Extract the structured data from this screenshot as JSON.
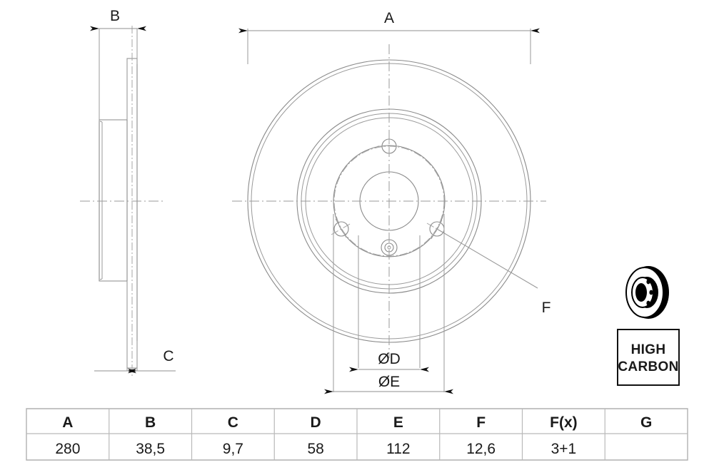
{
  "document": {
    "kind": "technical-drawing",
    "subject": "brake-disc"
  },
  "dimensions": {
    "overall_diameter_label": "A",
    "side_width_label": "B",
    "thickness_label": "C",
    "bolt_circle_label": "ØD",
    "hub_diameter_label": "ØE",
    "hole_callout_label": "F"
  },
  "badge": {
    "line1": "HIGH",
    "line2": "CARBON"
  },
  "icons": {
    "product_thumbnail": "brake-disc-icon"
  },
  "table": {
    "headers": [
      "A",
      "B",
      "C",
      "D",
      "E",
      "F",
      "F(x)",
      "G"
    ],
    "values": [
      "280",
      "38,5",
      "9,7",
      "58",
      "112",
      "12,6",
      "3+1",
      ""
    ]
  },
  "colors": {
    "geometry": "#8a8a8a",
    "text": "#1a1a1a",
    "table_border": "#b9b9b9",
    "badge_border": "#111111"
  }
}
